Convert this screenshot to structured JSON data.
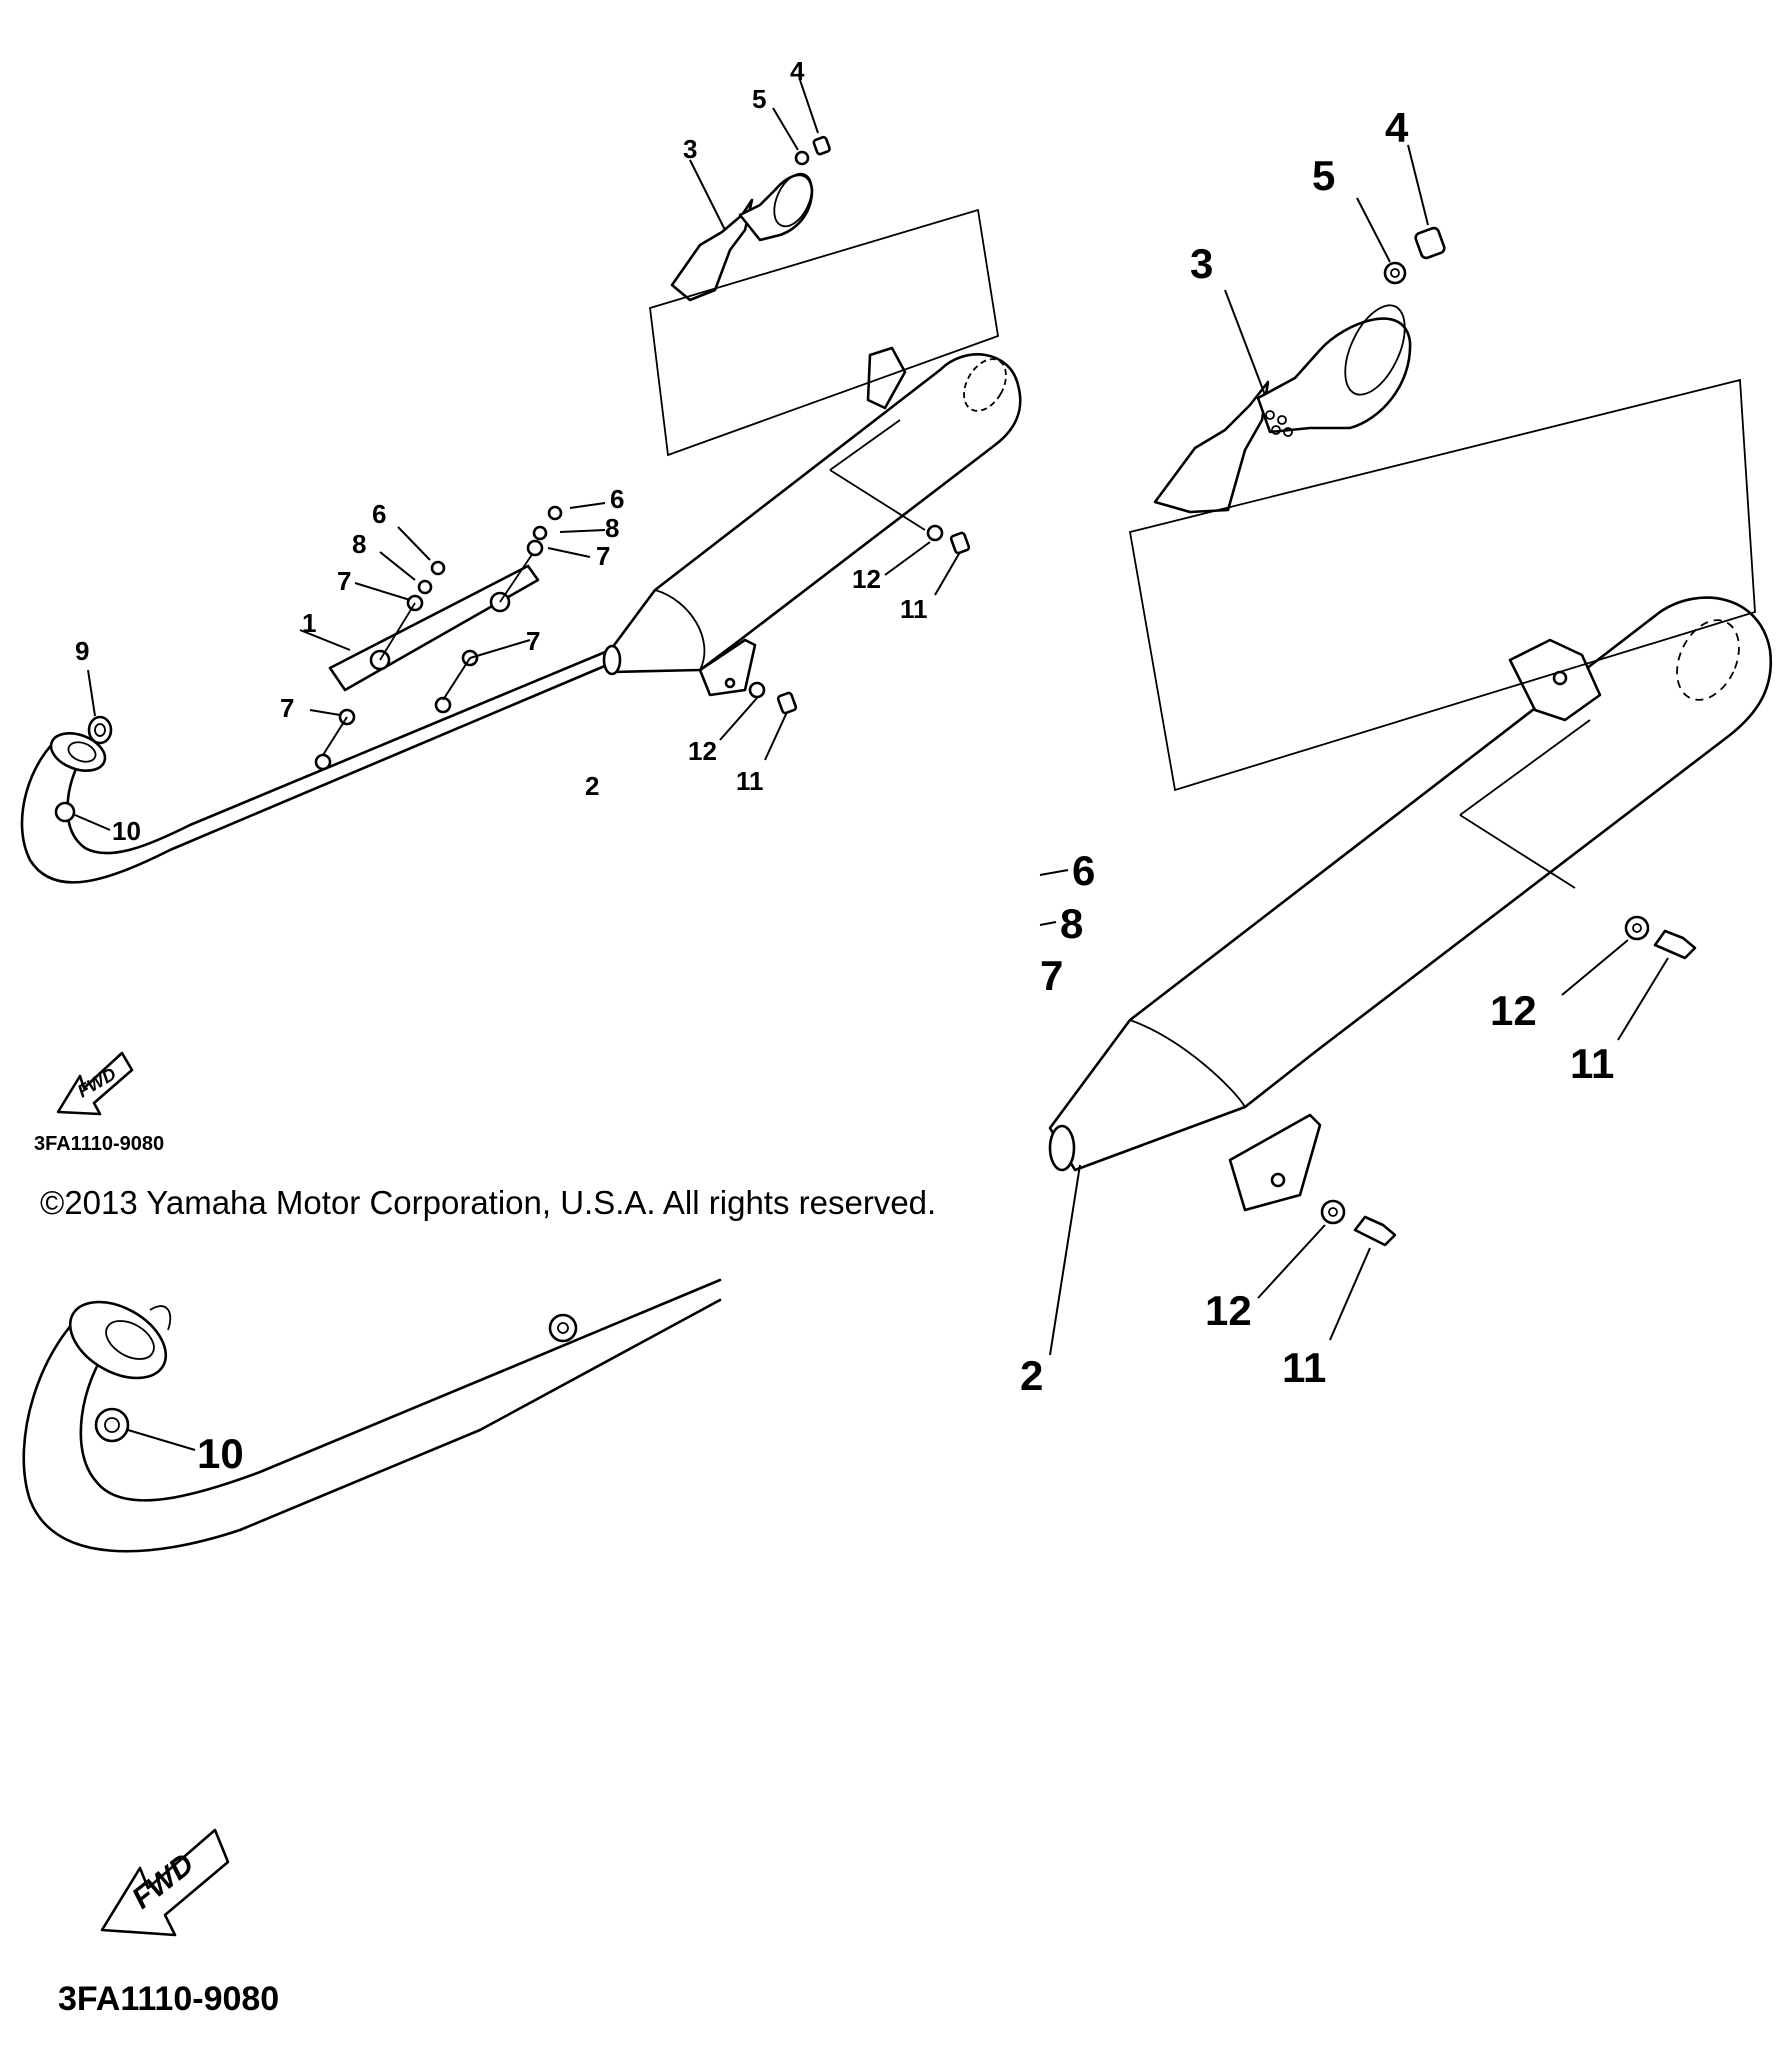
{
  "overview_callouts": {
    "c1": "1",
    "c2": "2",
    "c3": "3",
    "c4": "4",
    "c5": "5",
    "c6a": "6",
    "c6b": "6",
    "c7a": "7",
    "c7b": "7",
    "c7c": "7",
    "c7d": "7",
    "c8a": "8",
    "c8b": "8",
    "c9": "9",
    "c10": "10",
    "c11a": "11",
    "c11b": "11",
    "c12a": "12",
    "c12b": "12"
  },
  "detail_callouts": {
    "c2": "2",
    "c3": "3",
    "c4": "4",
    "c5": "5",
    "c6": "6",
    "c7": "7",
    "c8": "8",
    "c10": "10",
    "c11a": "11",
    "c11b": "11",
    "c12a": "12",
    "c12b": "12"
  },
  "fwd_label": "FWD",
  "diagram_code": "3FA1110-9080",
  "copyright": "©2013 Yamaha Motor Corporation, U.S.A. All rights reserved.",
  "icons": [
    "fwd-arrow-icon"
  ]
}
